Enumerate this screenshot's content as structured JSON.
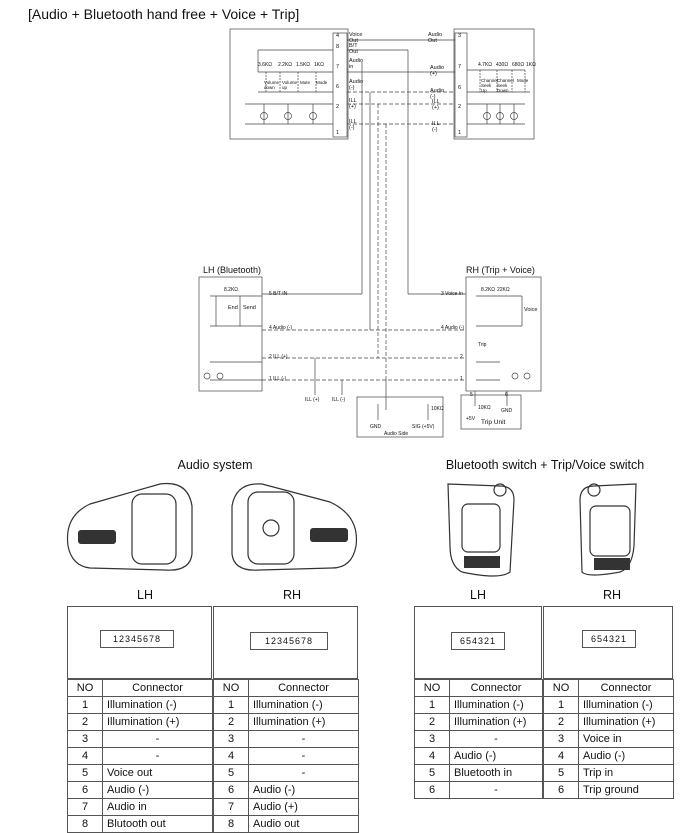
{
  "title": "[Audio + Bluetooth hand free + Voice + Trip]",
  "schematic": {
    "left_pins": [
      {
        "pin": "4",
        "label": "Voice Out"
      },
      {
        "pin": "8",
        "label": "B/T Out"
      },
      {
        "pin": "7",
        "label": "Audio in"
      },
      {
        "pin": "6",
        "label": "Audio (-)"
      },
      {
        "pin": "2",
        "label": "ILL (+)"
      },
      {
        "pin": "1",
        "label": "ILL (-)"
      }
    ],
    "right_pins": [
      {
        "pin": "3",
        "label": "Audio Out"
      },
      {
        "pin": "7",
        "label": "Audio (+)"
      },
      {
        "pin": "6",
        "label": "Audio (-)"
      },
      {
        "pin": "2",
        "label": "ILL (+)"
      },
      {
        "pin": "1",
        "label": "ILL (-)"
      }
    ],
    "left_resistors": [
      "3.6KΩ",
      "2.2KΩ",
      "1.5KΩ",
      "1KΩ"
    ],
    "left_switches": [
      "Volume down",
      "Volume up",
      "Mute",
      "Mode"
    ],
    "right_resistors": [
      "4.7ΚΩ",
      "430Ω",
      "680Ω",
      "1KΩ"
    ],
    "right_switches": [
      "Channel Seek Up",
      "Channel Seek Down",
      "Mode"
    ],
    "lh_title": "LH (Bluetooth)",
    "rh_title": "RH (Trip + Voice)",
    "lh_resistor": "8.2KΩ",
    "lh_switches": [
      "End",
      "Send"
    ],
    "lh_pins": [
      "5 B/T IN",
      "4 Audio (-)",
      "2 ILL (+)",
      "1 ILL (-)"
    ],
    "rh_resistors": [
      "8.2KΩ",
      "22KΩ"
    ],
    "rh_switches": [
      "Voice",
      "Trip"
    ],
    "rh_pins": [
      "3 Voice In",
      "4 Audio (-)",
      "2",
      "1"
    ],
    "trip_unit": {
      "label": "Trip Unit",
      "resistor": "10KΩ",
      "supply": "+5V",
      "gnd": "GND",
      "pins": [
        "5",
        "6"
      ]
    },
    "audio_side": {
      "label": "Audio Side",
      "gnd": "GND",
      "sig": "SIG (+5V)",
      "resistor": "10KΩ"
    },
    "ill_labels": [
      "ILL (+)",
      "ILL (-)"
    ]
  },
  "sections": {
    "audio_system": "Audio system",
    "bt_switch": "Bluetooth switch + Trip/Voice switch"
  },
  "labels": {
    "lh": "LH",
    "rh": "RH"
  },
  "headers": {
    "no": "NO",
    "connector": "Connector"
  },
  "connector_pins": {
    "p8": "12345678",
    "p6": "654321"
  },
  "tables": {
    "audio_lh": [
      [
        "1",
        "Illumination (-)"
      ],
      [
        "2",
        "Illumination (+)"
      ],
      [
        "3",
        "-"
      ],
      [
        "4",
        "-"
      ],
      [
        "5",
        "Voice out"
      ],
      [
        "6",
        "Audio (-)"
      ],
      [
        "7",
        "Audio in"
      ],
      [
        "8",
        "Blutooth out"
      ]
    ],
    "audio_rh": [
      [
        "1",
        "Illumination (-)"
      ],
      [
        "2",
        "Illumination (+)"
      ],
      [
        "3",
        "-"
      ],
      [
        "4",
        "-"
      ],
      [
        "5",
        "-"
      ],
      [
        "6",
        "Audio (-)"
      ],
      [
        "7",
        "Audio (+)"
      ],
      [
        "8",
        "Audio out"
      ]
    ],
    "bt_lh": [
      [
        "1",
        "Illumination (-)"
      ],
      [
        "2",
        "Illumination (+)"
      ],
      [
        "3",
        "-"
      ],
      [
        "4",
        "Audio (-)"
      ],
      [
        "5",
        "Bluetooth in"
      ],
      [
        "6",
        "-"
      ]
    ],
    "bt_rh": [
      [
        "1",
        "Illumination (-)"
      ],
      [
        "2",
        "Illumination (+)"
      ],
      [
        "3",
        "Voice in"
      ],
      [
        "4",
        "Audio (-)"
      ],
      [
        "5",
        "Trip in"
      ],
      [
        "6",
        "Trip ground"
      ]
    ]
  }
}
